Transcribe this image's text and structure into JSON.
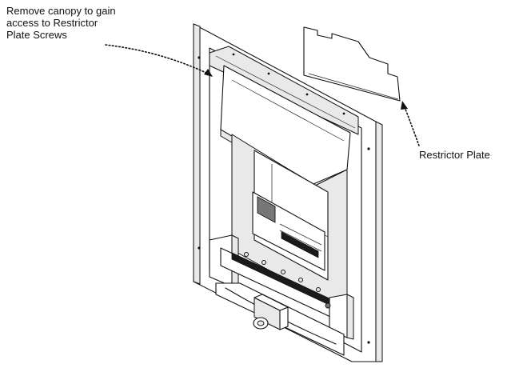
{
  "callouts": {
    "canopy": {
      "lines": [
        "Remove canopy to gain",
        "access to Restrictor",
        "Plate Screws"
      ]
    },
    "restrictor_plate": {
      "label": "Restrictor Plate"
    }
  },
  "colors": {
    "ink": "#111111",
    "background": "#ffffff",
    "fill_light": "#e9e9e9"
  }
}
